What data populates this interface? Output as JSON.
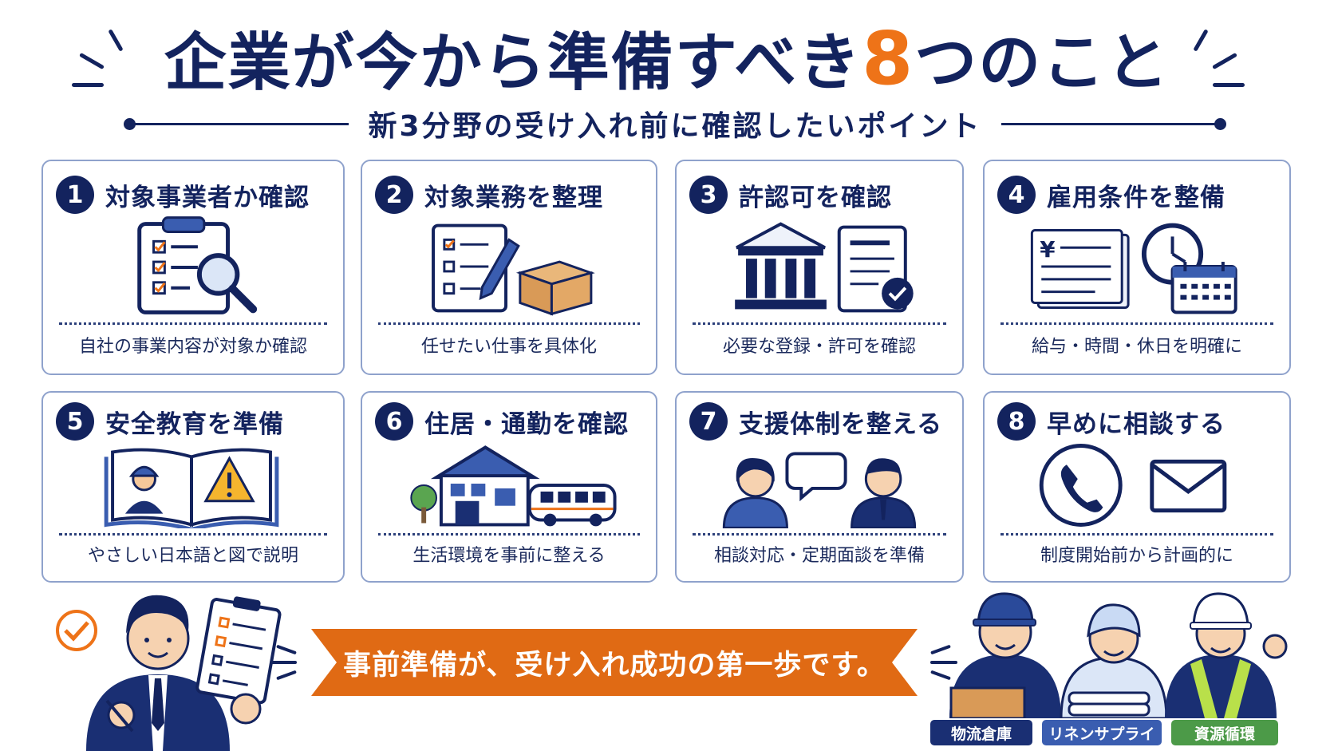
{
  "title": {
    "main": "企業が今から準備すべき",
    "accent": "8",
    "rest": "つのこと"
  },
  "subtitle": "新3分野の受け入れ前に確認したいポイント",
  "colors": {
    "navy": "#13235e",
    "orange": "#ee7318",
    "border": "#8fa2cc",
    "tag_navy": "#1a2f73",
    "tag_blue": "#3a5db0",
    "tag_green": "#4c9a48"
  },
  "cards": [
    {
      "num": "1",
      "title": "対象事業者か確認",
      "caption": "自社の事業内容が対象か確認",
      "icon": "clipboard-search-icon"
    },
    {
      "num": "2",
      "title": "対象業務を整理",
      "caption": "任せたい仕事を具体化",
      "icon": "checklist-box-icon"
    },
    {
      "num": "3",
      "title": "許認可を確認",
      "caption": "必要な登録・許可を確認",
      "icon": "government-document-icon"
    },
    {
      "num": "4",
      "title": "雇用条件を整備",
      "caption": "給与・時間・休日を明確に",
      "icon": "salary-clock-calendar-icon"
    },
    {
      "num": "5",
      "title": "安全教育を準備",
      "caption": "やさしい日本語と図で説明",
      "icon": "safety-manual-icon"
    },
    {
      "num": "6",
      "title": "住居・通勤を確認",
      "caption": "生活環境を事前に整える",
      "icon": "house-bus-icon"
    },
    {
      "num": "7",
      "title": "支援体制を整える",
      "caption": "相談対応・定期面談を準備",
      "icon": "consultation-icon"
    },
    {
      "num": "8",
      "title": "早めに相談する",
      "caption": "制度開始前から計画的に",
      "icon": "phone-mail-icon"
    }
  ],
  "banner": "事前準備が、受け入れ成功の第一歩です。",
  "tags": [
    "物流倉庫",
    "リネンサプライ",
    "資源循環"
  ]
}
